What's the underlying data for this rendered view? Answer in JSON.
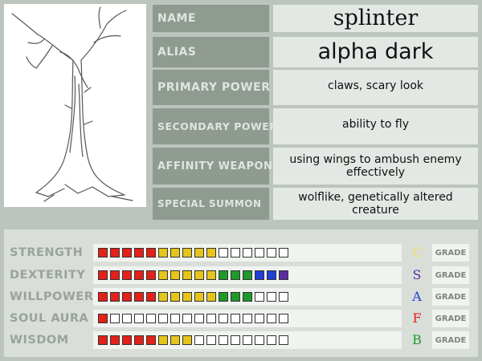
{
  "profile": {
    "name_label": "Name",
    "name_value": "splinter",
    "alias_label": "Alias",
    "alias_value": "alpha dark",
    "primary_label": "Primary Power",
    "primary_value": "claws, scary look",
    "secondary_label": "Secondary Power",
    "secondary_value": "ability to fly",
    "affinity_label": "Affinity Weapon",
    "affinity_value": "using wings to ambush enemy effectively",
    "summon_label": "Special Summon",
    "summon_value": "wolflike, genetically altered creature"
  },
  "stats": [
    {
      "name": "Strength",
      "filled": 10,
      "total": 16,
      "grade": "C",
      "grade_color": "#f2e35a",
      "grade_label": "GRADE"
    },
    {
      "name": "Dexterity",
      "filled": 16,
      "total": 16,
      "grade": "S",
      "grade_color": "#5a2ca0",
      "grade_label": "GRADE"
    },
    {
      "name": "Willpower",
      "filled": 13,
      "total": 16,
      "grade": "A",
      "grade_color": "#1f3fd8",
      "grade_label": "GRADE"
    },
    {
      "name": "Soul Aura",
      "filled": 1,
      "total": 16,
      "grade": "F",
      "grade_color": "#e02020",
      "grade_label": "GRADE"
    },
    {
      "name": "Wisdom",
      "filled": 8,
      "total": 16,
      "grade": "B",
      "grade_color": "#1e9a2a",
      "grade_label": "GRADE"
    }
  ],
  "colors": {
    "red": "#e32119",
    "yellow": "#e5c51a",
    "green": "#1e9a2a",
    "blue": "#1e3fd8",
    "purple": "#5a2ca0"
  }
}
